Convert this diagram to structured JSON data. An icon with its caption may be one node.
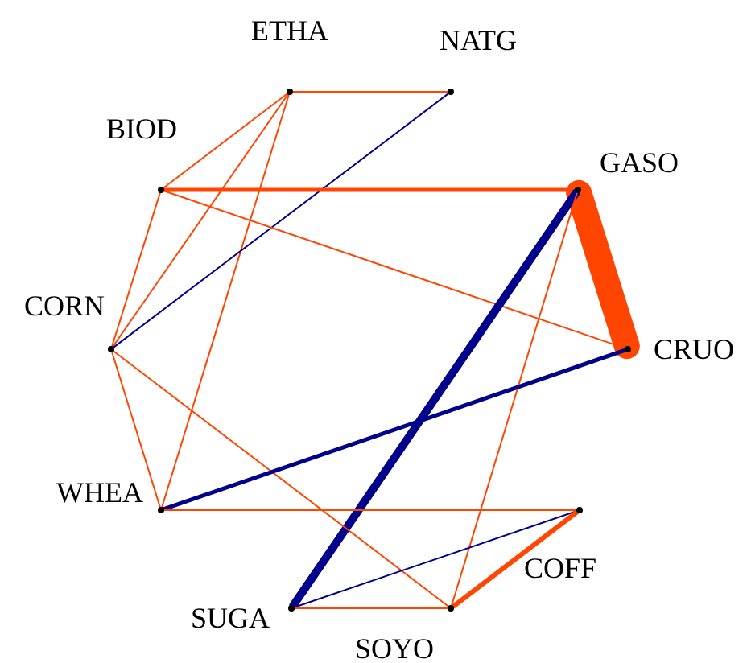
{
  "diagram": {
    "nodes": [
      {
        "text": [],
        "shape": "circle",
        "beside": [
          "ETHA"
        ]
      },
      {
        "text": [],
        "shape": "circle",
        "beside": [
          "NATG"
        ]
      },
      {
        "text": [],
        "shape": "circle",
        "beside": [
          "BIOD"
        ]
      },
      {
        "text": [],
        "shape": "circle",
        "beside": [
          "GASO"
        ]
      },
      {
        "text": [],
        "shape": "circle",
        "beside": [
          "CORN"
        ]
      },
      {
        "text": [],
        "shape": "circle",
        "beside": [
          "CRUO"
        ]
      },
      {
        "text": [],
        "shape": "circle",
        "beside": [
          "WHEA"
        ]
      },
      {
        "text": [],
        "shape": "circle",
        "beside": [
          "COFF"
        ]
      },
      {
        "text": [],
        "shape": "circle",
        "beside": [
          "SUGA"
        ]
      },
      {
        "text": [],
        "shape": "circle",
        "beside": [
          "SOYO"
        ]
      }
    ],
    "edges": [
      {
        "from": 0,
        "to": 1,
        "arrow": "none"
      },
      {
        "from": 0,
        "to": 2,
        "arrow": "none"
      },
      {
        "from": 0,
        "to": 4,
        "arrow": "none"
      },
      {
        "from": 0,
        "to": 6,
        "arrow": "none"
      },
      {
        "from": 1,
        "to": 4,
        "arrow": "none",
        "color": "#00008b"
      },
      {
        "from": 2,
        "to": 3,
        "arrow": "none",
        "style": "thick"
      },
      {
        "from": 2,
        "to": 5,
        "arrow": "none"
      },
      {
        "from": 2,
        "to": 4,
        "arrow": "none"
      },
      {
        "from": 3,
        "to": 5,
        "arrow": "none",
        "style": "thick"
      },
      {
        "from": 3,
        "to": 8,
        "arrow": "none",
        "style": "thick",
        "color": "#00008b"
      },
      {
        "from": 3,
        "to": 9,
        "arrow": "none"
      },
      {
        "from": 4,
        "to": 6,
        "arrow": "none"
      },
      {
        "from": 4,
        "to": 9,
        "arrow": "none"
      },
      {
        "from": 5,
        "to": 6,
        "arrow": "none",
        "style": "thick",
        "color": "#00008b"
      },
      {
        "from": 6,
        "to": 7,
        "arrow": "none"
      },
      {
        "from": 8,
        "to": 7,
        "arrow": "none",
        "color": "#00008b"
      },
      {
        "from": 8,
        "to": 9,
        "arrow": "none"
      },
      {
        "from": 9,
        "to": 7,
        "arrow": "none",
        "style": "thick"
      }
    ]
  }
}
